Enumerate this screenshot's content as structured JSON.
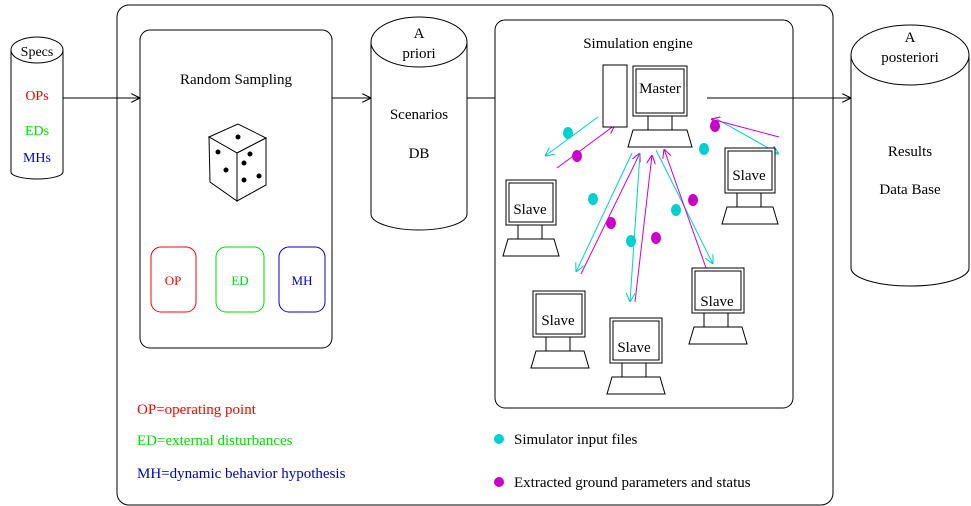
{
  "colors": {
    "op": "#ff0000",
    "ed": "#00dd00",
    "mh": "#0000cc",
    "input_dot": "#00d0d0",
    "param_dot": "#cc00cc",
    "line": "#000000"
  },
  "specs": {
    "title": "Specs",
    "items": [
      {
        "label": "OPs",
        "color": "#ff0000"
      },
      {
        "label": "EDs",
        "color": "#00dd00"
      },
      {
        "label": "MHs",
        "color": "#0000cc"
      }
    ]
  },
  "sampling": {
    "title": "Random Sampling",
    "dice_icon": "dice-icon",
    "boxes": [
      {
        "label": "OP",
        "color": "#ff0000"
      },
      {
        "label": "ED",
        "color": "#00dd00"
      },
      {
        "label": "MH",
        "color": "#0000cc"
      }
    ]
  },
  "apriori_db": {
    "cap_line1": "A",
    "cap_line2": "priori",
    "body_line1": "Scenarios",
    "body_line2": "DB"
  },
  "engine": {
    "title": "Simulation engine",
    "master_label": "Master",
    "slave_label": "Slave"
  },
  "aposteriori_db": {
    "cap_line1": "A",
    "cap_line2": "posteriori",
    "body_line1": "Results",
    "body_line2": "Data Base"
  },
  "definitions": [
    {
      "text": "OP=operating point",
      "color": "#ff0000"
    },
    {
      "text": "ED=external disturbances",
      "color": "#00dd00"
    },
    {
      "text": "MH=dynamic behavior hypothesis",
      "color": "#0000cc"
    }
  ],
  "legend": [
    {
      "label": "Simulator input files",
      "color": "#00d0d0"
    },
    {
      "label": "Extracted ground parameters and status",
      "color": "#cc00cc"
    }
  ]
}
